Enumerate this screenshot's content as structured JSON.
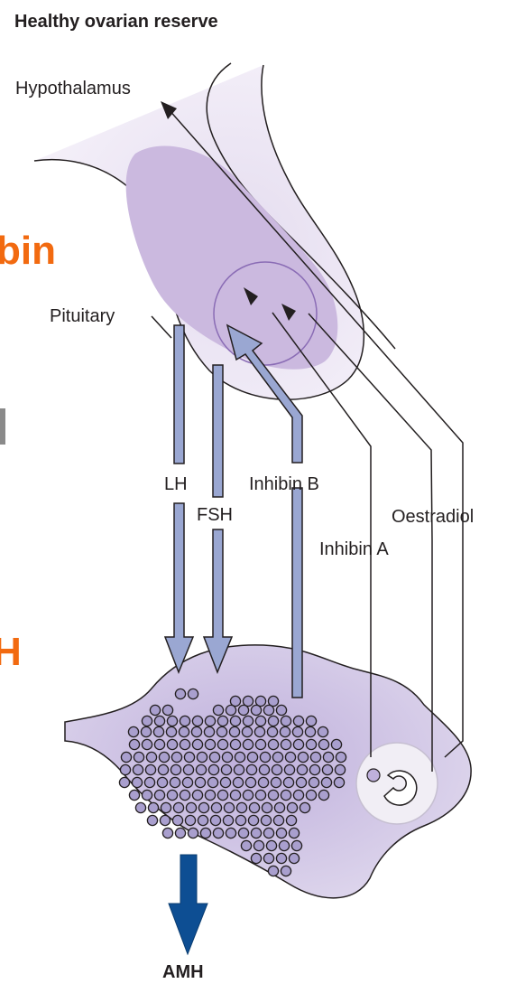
{
  "diagram": {
    "title": "Healthy ovarian reserve",
    "labels": {
      "hypothalamus": "Hypothalamus",
      "pituitary": "Pituitary",
      "lh": "LH",
      "fsh": "FSH",
      "inhibin_b": "Inhibin B",
      "inhibin_a": "Inhibin A",
      "oestradiol": "Oestradiol",
      "amh": "AMH"
    },
    "cropped_slide_text": [
      "bin",
      "H"
    ],
    "colors": {
      "tissue_fill": "#d5cbe6",
      "gland_fill": "#c9b6dd",
      "hormone_arrow": "#9aa7d2",
      "amh_arrow": "#0d4e93",
      "outline": "#231f20",
      "slide_accent": "#f26a10"
    }
  }
}
